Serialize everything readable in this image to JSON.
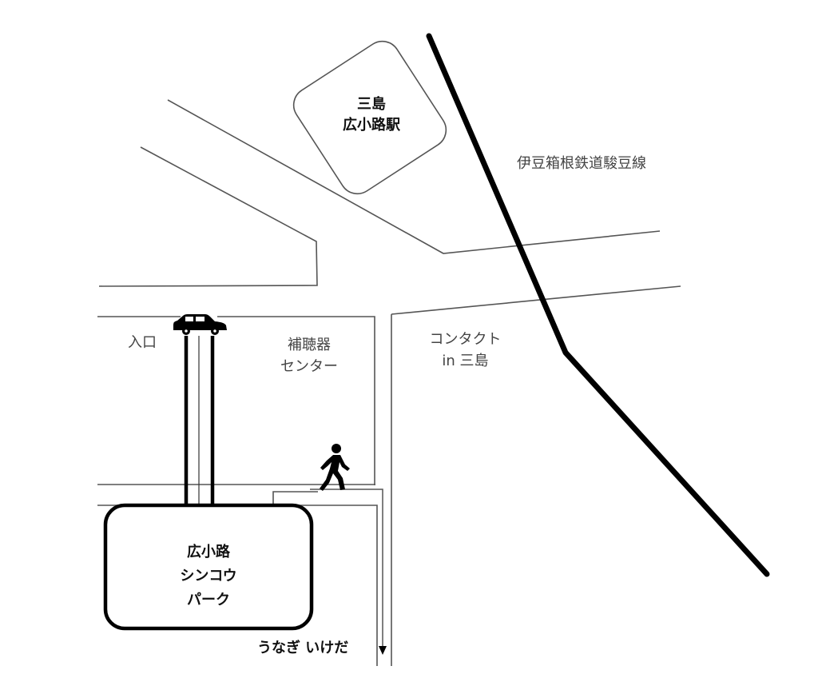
{
  "station": {
    "line1": "三島",
    "line2": "広小路駅"
  },
  "railway": {
    "label": "伊豆箱根鉄道駿豆線"
  },
  "entrance": {
    "label": "入口"
  },
  "hearing_center": {
    "line1": "補聴器",
    "line2": "センター"
  },
  "contact": {
    "line1": "コンタクト",
    "line2": "in 三島"
  },
  "parking": {
    "line1": "広小路",
    "line2": "シンコウ",
    "line3": "パーク"
  },
  "unagi": {
    "label": "うなぎ いけだ"
  },
  "icons": {
    "car": "car-icon",
    "pedestrian": "walking-person-icon"
  }
}
